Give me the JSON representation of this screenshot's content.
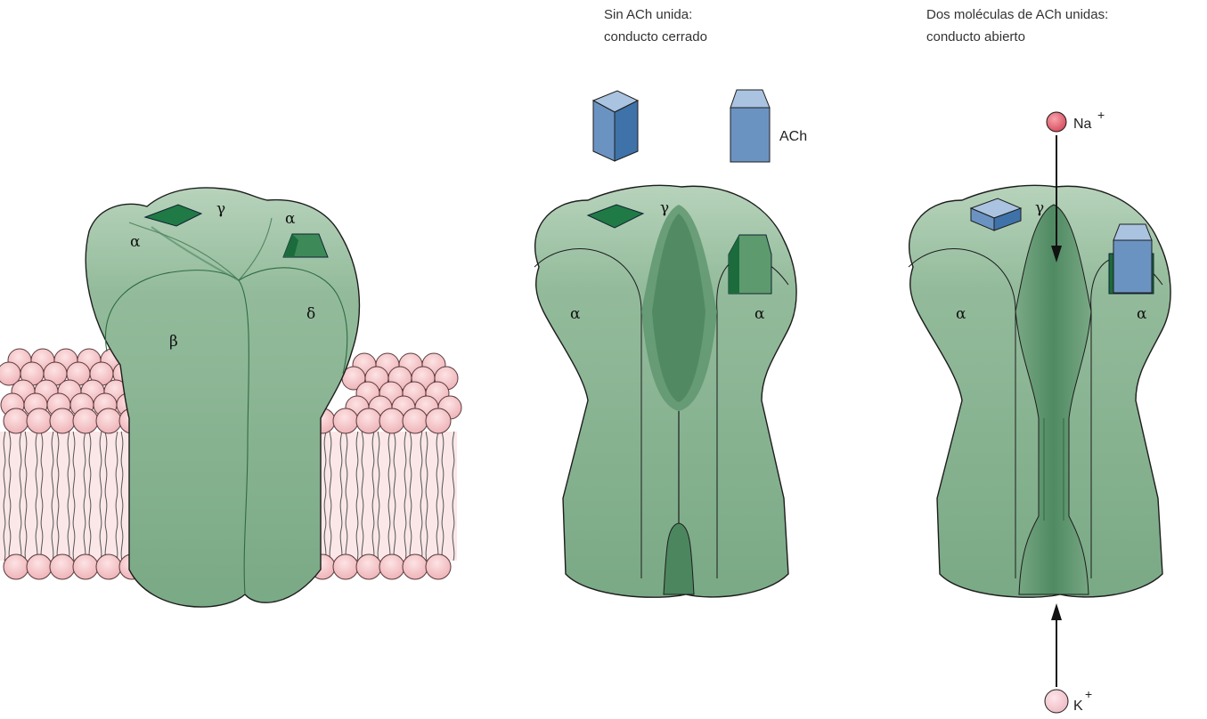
{
  "panel_closed": {
    "title_line1": "Sin ACh unida:",
    "title_line2": "conducto cerrado",
    "ach_label": "ACh"
  },
  "panel_open": {
    "title_line1": "Dos moléculas de ACh unidas:",
    "title_line2": "conducto abierto",
    "na_label": "Na",
    "na_charge": "+",
    "k_label": "K",
    "k_charge": "+"
  },
  "subunits": {
    "alpha": "α",
    "beta": "β",
    "gamma": "γ",
    "delta": "δ"
  },
  "colors": {
    "receptor_light": "#9cbfa3",
    "receptor_mid": "#7fac8a",
    "receptor_dark": "#5e9470",
    "binding_site": "#1f7a45",
    "ach": "#6b93c2",
    "ach_dark": "#3f72a8",
    "ach_light": "#a9c3e0",
    "lipid_head": "#f5c6c9",
    "lipid_tail": "#fbe7e8",
    "na_ion": "#e8737f",
    "k_ion": "#f6cdd4"
  }
}
